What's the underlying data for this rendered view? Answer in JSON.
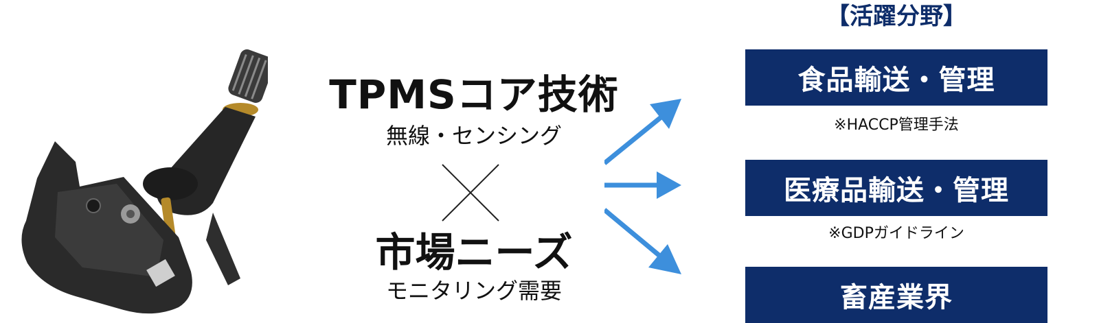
{
  "tech": {
    "title": "TPMSコア技術",
    "subtitle": "無線・センシング"
  },
  "needs": {
    "title": "市場ニーズ",
    "subtitle": "モニタリング需要"
  },
  "fields": {
    "heading": "【活躍分野】",
    "items": [
      {
        "label": "食品輸送・管理",
        "note": "※HACCP管理手法"
      },
      {
        "label": "医療品輸送・管理",
        "note": "※GDPガイドライン"
      },
      {
        "label": "畜産業界",
        "note": ""
      }
    ]
  },
  "colors": {
    "box_fill": "#0e2d6a",
    "arrow": "#3d8fdc",
    "heading": "#0e2d6a"
  },
  "icons": {
    "sensor": "tpms-sensor-illustration",
    "cross": "multiply-cross-icon",
    "arrows": "right-arrow-icons"
  }
}
